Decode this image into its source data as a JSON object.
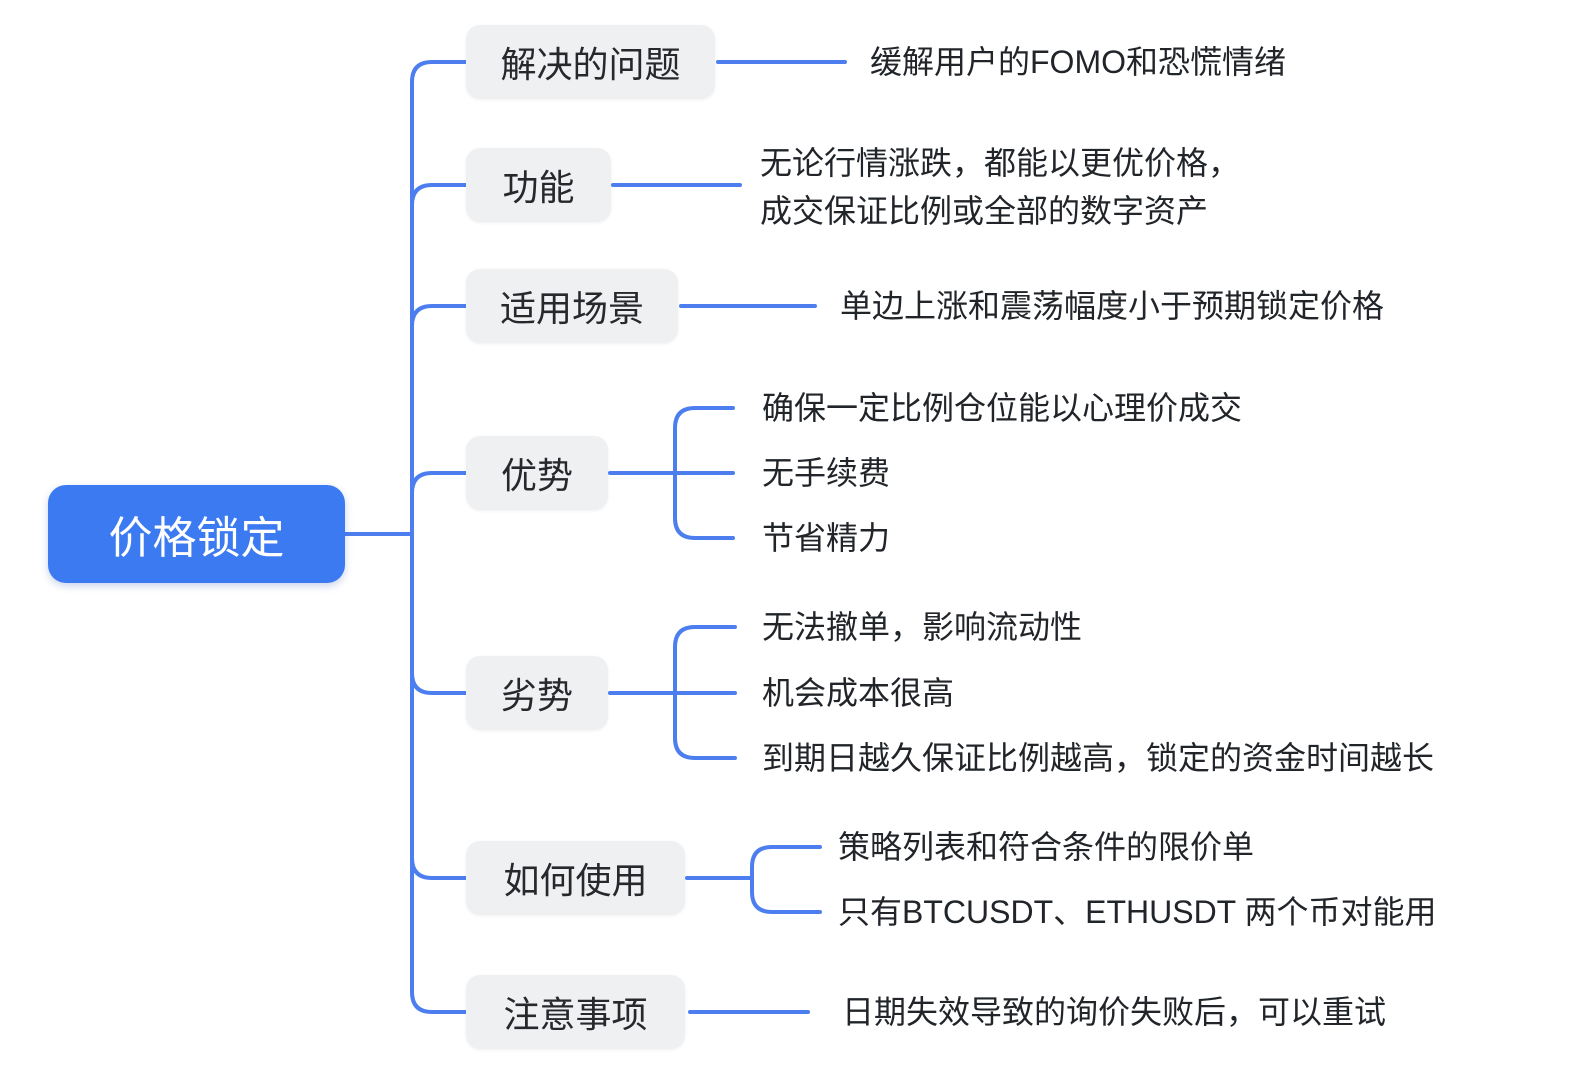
{
  "root": {
    "label": "价格锁定"
  },
  "branches": [
    {
      "label": "解决的问题",
      "children": [
        {
          "lines": [
            "缓解用户的FOMO和恐慌情绪"
          ]
        }
      ]
    },
    {
      "label": "功能",
      "children": [
        {
          "lines": [
            "无论行情涨跌，都能以更优价格，",
            "成交保证比例或全部的数字资产"
          ]
        }
      ]
    },
    {
      "label": "适用场景",
      "children": [
        {
          "lines": [
            "单边上涨和震荡幅度小于预期锁定价格"
          ]
        }
      ]
    },
    {
      "label": "优势",
      "children": [
        {
          "lines": [
            "确保一定比例仓位能以心理价成交"
          ]
        },
        {
          "lines": [
            "无手续费"
          ]
        },
        {
          "lines": [
            "节省精力"
          ]
        }
      ]
    },
    {
      "label": "劣势",
      "children": [
        {
          "lines": [
            "无法撤单，影响流动性"
          ]
        },
        {
          "lines": [
            "机会成本很高"
          ]
        },
        {
          "lines": [
            "到期日越久保证比例越高，锁定的资金时间越长"
          ]
        }
      ]
    },
    {
      "label": "如何使用",
      "children": [
        {
          "lines": [
            "策略列表和符合条件的限价单"
          ]
        },
        {
          "lines": [
            "只有BTCUSDT、ETHUSDT 两个币对能用"
          ]
        }
      ]
    },
    {
      "label": "注意事项",
      "children": [
        {
          "lines": [
            "日期失效导致的询价失败后，可以重试"
          ]
        }
      ]
    }
  ],
  "colors": {
    "root_bg": "#3b7af0",
    "root_text": "#ffffff",
    "branch_bg": "#eef0f2",
    "branch_text": "#26282c",
    "leaf_text": "#212529",
    "connector": "#4c7ef0",
    "canvas_bg": "#ffffff"
  }
}
